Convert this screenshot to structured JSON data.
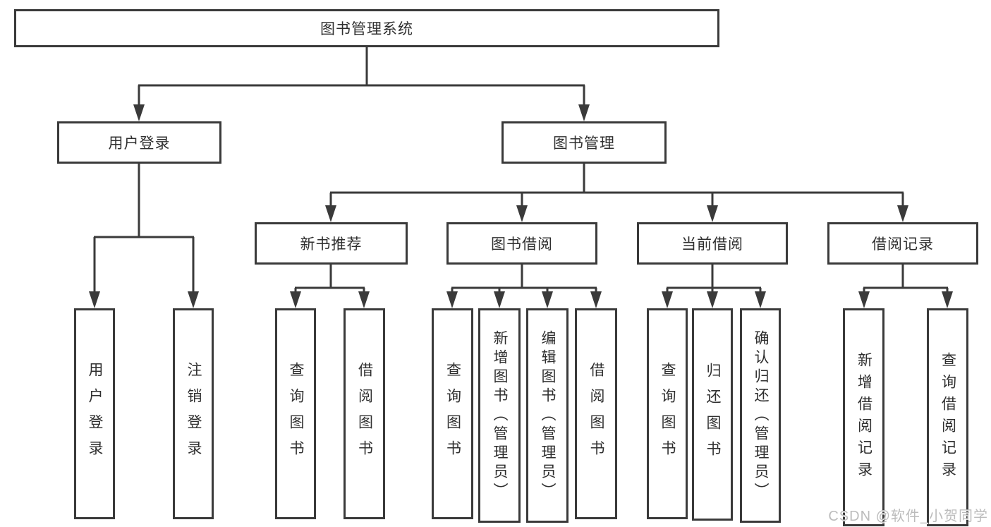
{
  "diagram": {
    "root": "图书管理系统",
    "modules": [
      {
        "label": "用户登录",
        "children": [
          "用户登录",
          "注销登录"
        ]
      },
      {
        "label": "图书管理",
        "sections": [
          {
            "label": "新书推荐",
            "children": [
              "查询图书",
              "借阅图书"
            ]
          },
          {
            "label": "图书借阅",
            "children": [
              "查询图书",
              "新增图书（管理员）",
              "编辑图书（管理员）",
              "借阅图书"
            ]
          },
          {
            "label": "当前借阅",
            "children": [
              "查询图书",
              "归还图书",
              "确认归还（管理员）"
            ]
          },
          {
            "label": "借阅记录",
            "children": [
              "新增借阅记录",
              "查询借阅记录"
            ]
          }
        ]
      }
    ],
    "line_color": "#3a3a3a"
  },
  "watermark": "CSDN @软件_小贺同学"
}
